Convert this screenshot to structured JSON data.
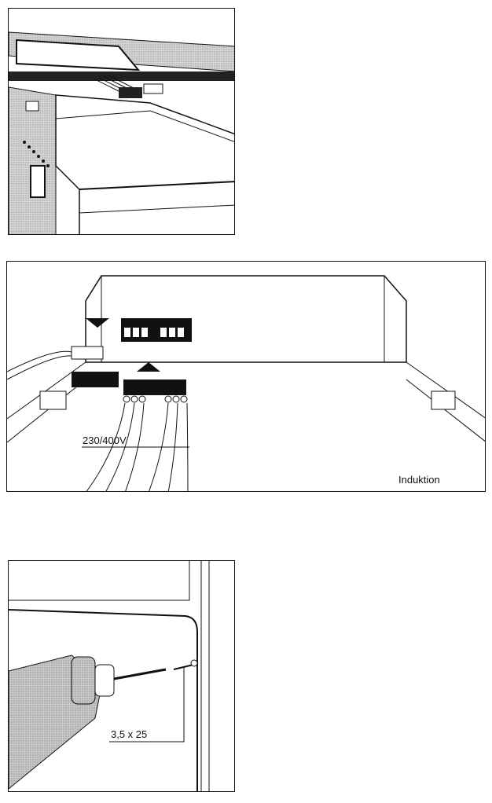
{
  "figures": [
    {
      "id": "cooktop-connection"
    },
    {
      "id": "terminal-block",
      "voltage_label": "230/400V",
      "type_label": "Induktion"
    },
    {
      "id": "screw-fixing",
      "screw_label": "3,5 x 25"
    }
  ],
  "colors": {
    "line": "#111111",
    "shade": "#bdbdbd"
  }
}
